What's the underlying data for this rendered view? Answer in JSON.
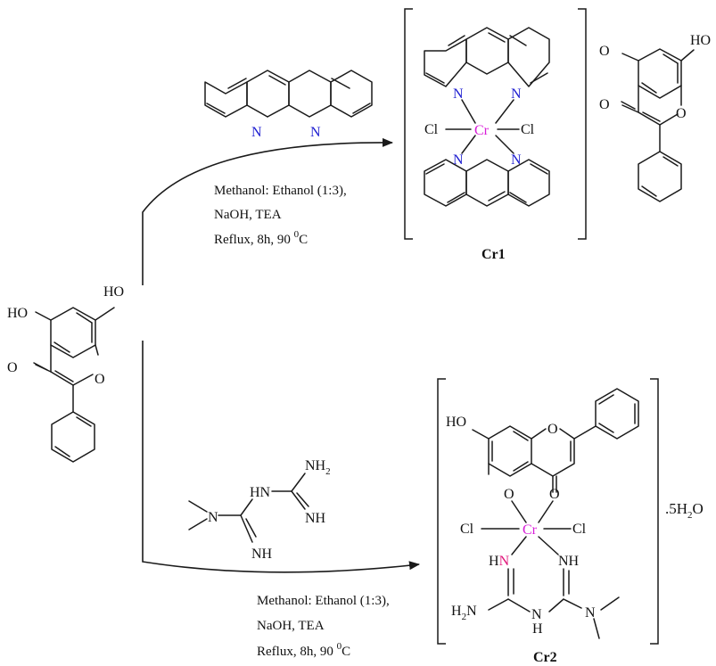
{
  "reactions": {
    "top": {
      "conditions": [
        "Methanol: Ethanol (1:3),",
        "NaOH, TEA",
        "Reflux, 8h, 90 ",
        "C"
      ],
      "degree_sup": "0"
    },
    "bottom": {
      "conditions": [
        "Methanol: Ethanol (1:3),",
        "NaOH, TEA",
        "Reflux, 8h, 90 ",
        "C"
      ],
      "degree_sup": "0"
    }
  },
  "reactant": {
    "atoms": [
      "HO",
      "HO",
      "O",
      "O"
    ]
  },
  "phen_reagent": {
    "atoms": [
      "N",
      "N"
    ]
  },
  "metformin_reagent": {
    "atoms": [
      "N",
      "HN",
      "NH",
      "NH",
      "NH",
      "2"
    ]
  },
  "cr1": {
    "label": "Cr1",
    "metal": "Cr",
    "ligands": [
      "Cl",
      "Cl",
      "N",
      "N",
      "N",
      "N"
    ],
    "counter_anion_atoms": [
      "O",
      "HO",
      "O",
      "O"
    ]
  },
  "cr2": {
    "label": "Cr2",
    "metal": "Cr",
    "ligands": [
      "Cl",
      "Cl",
      "O",
      "O",
      "HO",
      "O",
      "H",
      "N",
      "NH",
      "N",
      "H",
      "H",
      "2",
      "N"
    ],
    "hydrate": [
      ".5H",
      "2",
      "O"
    ]
  },
  "colors": {
    "nitrogen": "#1c1cd0",
    "metal": "#d81ad8",
    "coord_n": "#e0157a",
    "ink": "#1a1a1a"
  }
}
